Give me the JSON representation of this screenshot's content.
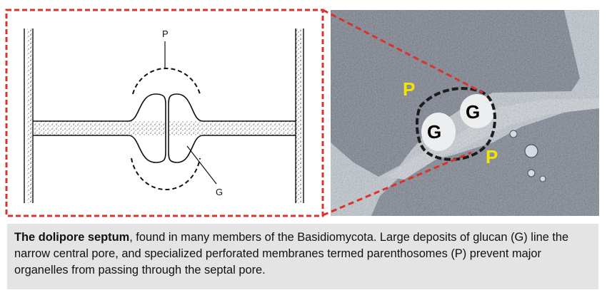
{
  "diagram": {
    "label_parenthosome": "P",
    "label_glucan": "G"
  },
  "micrograph": {
    "label_glucan_1": "G",
    "label_glucan_2": "G",
    "label_parenthosome_1": "P",
    "label_parenthosome_2": "P",
    "parenthosome_label_color": "#f2e600"
  },
  "highlight_color": "#d9332b",
  "caption": {
    "title": "The dolipore septum",
    "text": ", found in many members of the Basidiomycota. Large deposits of glucan (G) line the narrow central pore, and specialized perforated membranes termed parenthosomes (P) prevent major organelles from passing through the septal pore."
  }
}
